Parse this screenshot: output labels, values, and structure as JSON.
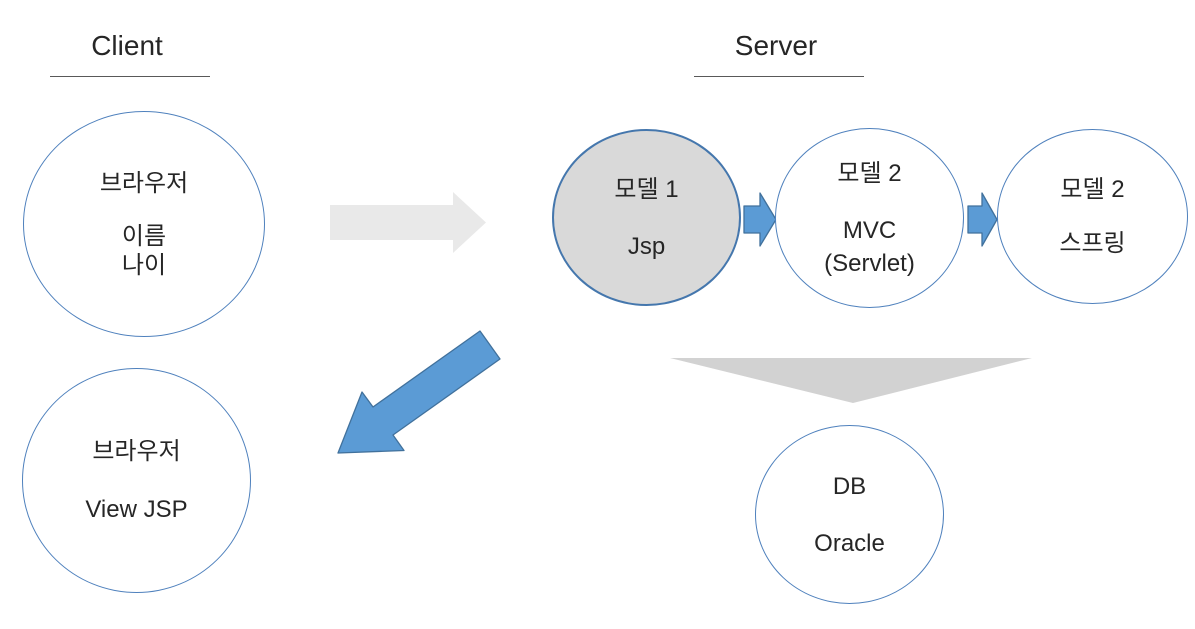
{
  "sections": {
    "client": {
      "title": "Client"
    },
    "server": {
      "title": "Server"
    }
  },
  "nodes": {
    "client_browser": {
      "line1": "브라우저",
      "line2": "이름",
      "line3": "나이"
    },
    "model1": {
      "line1": "모델 1",
      "line2": "Jsp"
    },
    "model2_mvc": {
      "line1": "모델 2",
      "line2": "MVC",
      "line3": "(Servlet)"
    },
    "model2_spring": {
      "line1": "모델 2",
      "line2": "스프링"
    },
    "db": {
      "line1": "DB",
      "line2": "Oracle"
    },
    "view_browser": {
      "line1": "브라우저",
      "line2": "View JSP"
    }
  },
  "icons": {
    "client_to_server_arrow": "right-block-arrow",
    "model1_to_mvc_arrow": "right-block-arrow",
    "mvc_to_spring_arrow": "right-block-arrow",
    "server_to_db_triangle": "down-triangle",
    "model1_to_view_arrow": "diagonal-down-left-block-arrow"
  },
  "colors": {
    "accent_blue": "#5b9bd5",
    "accent_blue_border": "#41719c",
    "circle_border_blue": "#4f81bd",
    "model1_fill": "#d9d9d9",
    "light_gray_arrow": "#e9e9e9",
    "gray_triangle": "#d2d2d2",
    "text": "#262626",
    "underline": "#595959"
  }
}
